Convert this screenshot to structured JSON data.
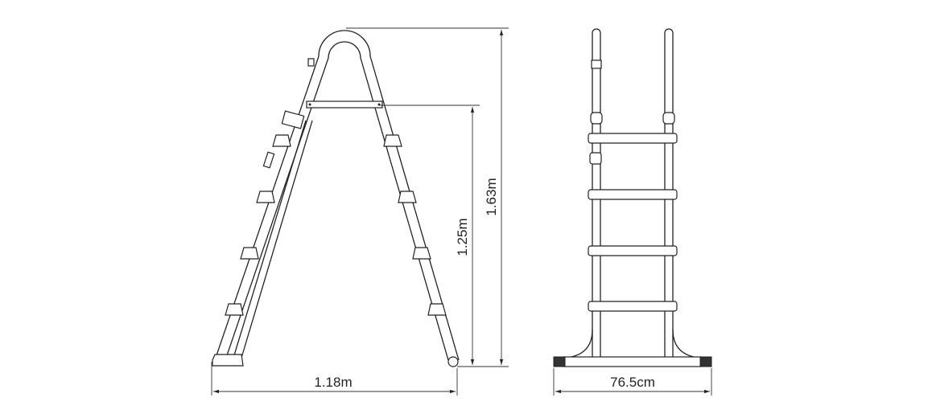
{
  "side_view": {
    "width_label": "1.18m",
    "platform_height_label": "1.25m",
    "total_height_label": "1.63m"
  },
  "front_view": {
    "width_label": "76.5cm"
  },
  "colors": {
    "line": "#222222",
    "background": "#ffffff"
  }
}
